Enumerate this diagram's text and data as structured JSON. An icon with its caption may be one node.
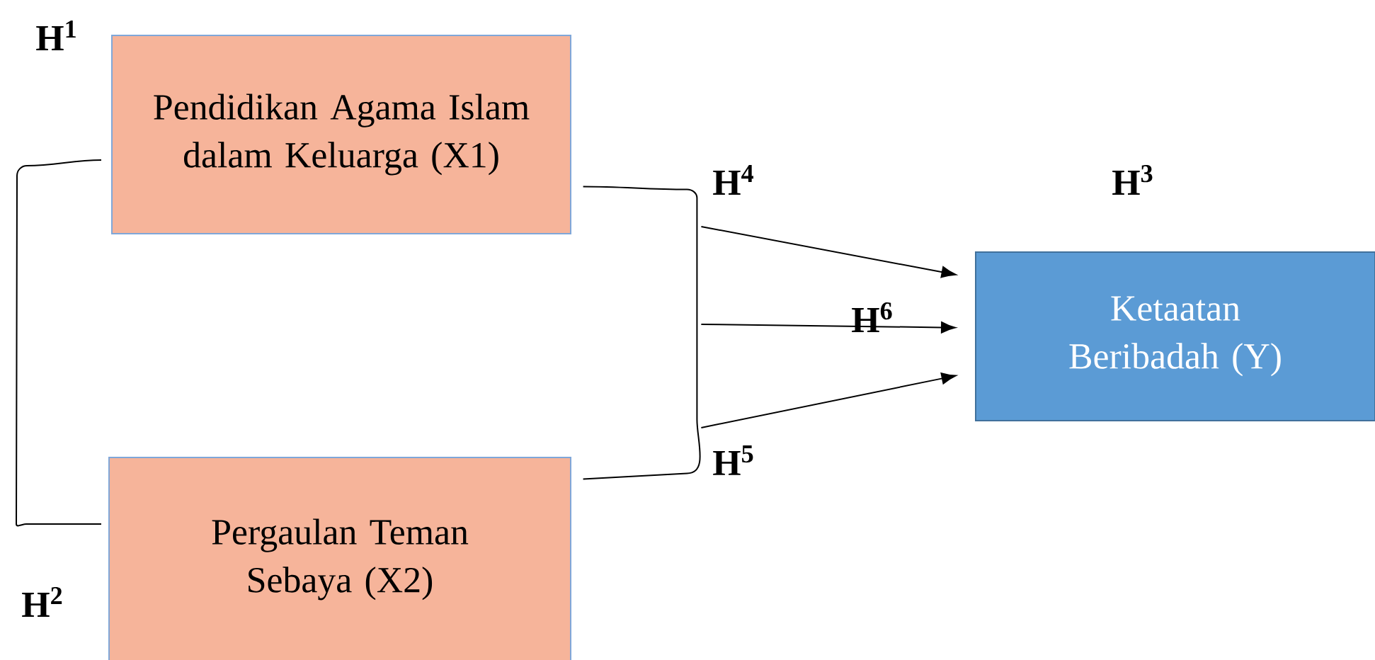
{
  "diagram": {
    "nodes": [
      {
        "text": [
          "Pendidikan Agama Islam dalam Keluarga (X1)"
        ]
      },
      {
        "text": [
          "Pergaulan Teman Sebaya (X2)"
        ]
      },
      {
        "text": [
          "Ketaatan Beribadah (Y)"
        ]
      },
      {
        "text": [],
        "shape": "bracket"
      }
    ],
    "edges": [
      {
        "from": 0,
        "to": 1,
        "arrow": "none"
      },
      {
        "from": 3,
        "to": 2,
        "arrow": "to"
      },
      {
        "from": 3,
        "to": 2,
        "arrow": "to"
      },
      {
        "from": 3,
        "to": 2,
        "arrow": "to"
      }
    ],
    "labels": [
      "H$^{1}$",
      "H$^{4}$",
      "H$^{3}$",
      "H$^{6}$",
      "H$^{5}$",
      "H$^{2}$"
    ]
  }
}
